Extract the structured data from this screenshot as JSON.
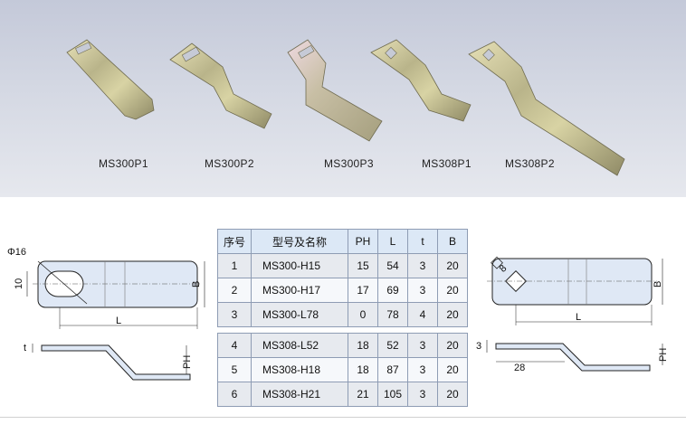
{
  "photo": {
    "labels": [
      "MS300P1",
      "MS300P2",
      "MS300P3",
      "MS308P1",
      "MS308P2"
    ]
  },
  "table": {
    "headers": [
      "序号",
      "型号及名称",
      "PH",
      "L",
      "t",
      "B"
    ],
    "rows": [
      [
        "1",
        "MS300-H15",
        "15",
        "54",
        "3",
        "20"
      ],
      [
        "2",
        "MS300-H17",
        "17",
        "69",
        "3",
        "20"
      ],
      [
        "3",
        "MS300-L78",
        "0",
        "78",
        "4",
        "20"
      ],
      [
        "4",
        "MS308-L52",
        "18",
        "52",
        "3",
        "20"
      ],
      [
        "5",
        "MS308-H18",
        "18",
        "87",
        "3",
        "20"
      ],
      [
        "6",
        "MS308-H21",
        "21",
        "105",
        "3",
        "20"
      ]
    ]
  },
  "drawing_left": {
    "dia": "Φ16",
    "width_dim": "10",
    "b": "B",
    "l": "L",
    "t": "t",
    "ph": "PH"
  },
  "drawing_right": {
    "square": "8",
    "b": "B",
    "l": "L",
    "three": "3",
    "offset": "28",
    "ph": "PH"
  },
  "colors": {
    "photo_bg": "#cdd2df",
    "plate_metal": "#c9c18a",
    "table_header": "#dce8f6",
    "table_border": "#8e9cb4",
    "drawing_fill": "#dfe8f5"
  }
}
